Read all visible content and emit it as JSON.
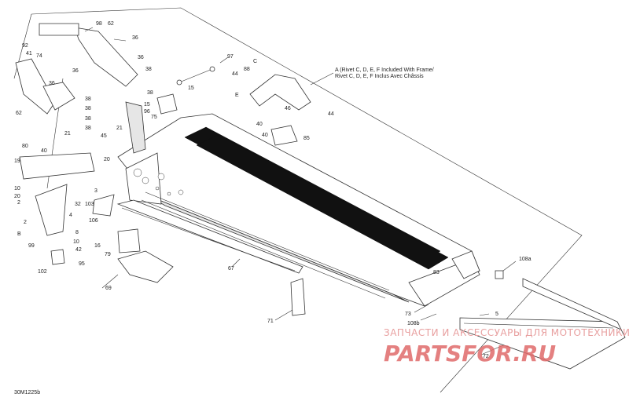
{
  "diagram_id": "30M1225b",
  "note": {
    "line1": "A (Rivet C, D, E, F Included With Frame/",
    "line2": "Rivet C, D, E, F Inclus Avec Châssis"
  },
  "watermark": {
    "tagline": "ЗАПЧАСТИ И АКСЕССУАРЫ ДЛЯ МОТОТЕХНИКИ",
    "brand": "PARTSFOR.RU"
  },
  "callouts": {
    "c98": "98",
    "c62a": "62",
    "c36a": "36",
    "c92": "92",
    "c41": "41",
    "c74": "74",
    "c36b": "36",
    "c36c": "36",
    "c38a": "38",
    "c38b": "38",
    "c38c": "38",
    "c38d": "38",
    "c38e": "38",
    "c38f": "38",
    "c62b": "62",
    "c36d": "36",
    "c21a": "21",
    "c21b": "21",
    "c40a": "40",
    "c45": "45",
    "c80": "80",
    "c19": "19",
    "c10a": "10",
    "c20a": "20",
    "c2a": "2",
    "c2b": "2",
    "cB": "B",
    "c20b": "20",
    "c3": "3",
    "c103": "103",
    "c32": "32",
    "c4": "4",
    "c106": "106",
    "c8": "8",
    "c10b": "10",
    "c99": "99",
    "c42": "42",
    "c16": "16",
    "c95": "95",
    "c102": "102",
    "c79": "79",
    "c69": "69",
    "c15a": "15",
    "c96": "96",
    "c75": "75",
    "c97": "97",
    "c44a": "44",
    "cC": "C",
    "c88": "88",
    "cE": "E",
    "c15b": "15",
    "c46": "46",
    "c44b": "44",
    "c40b": "40",
    "c40c": "40",
    "c85": "85",
    "c67": "67",
    "c83": "83",
    "c108a": "108a",
    "c73": "73",
    "c108b": "108b",
    "c5": "5",
    "c71": "71",
    "c72": "72"
  }
}
